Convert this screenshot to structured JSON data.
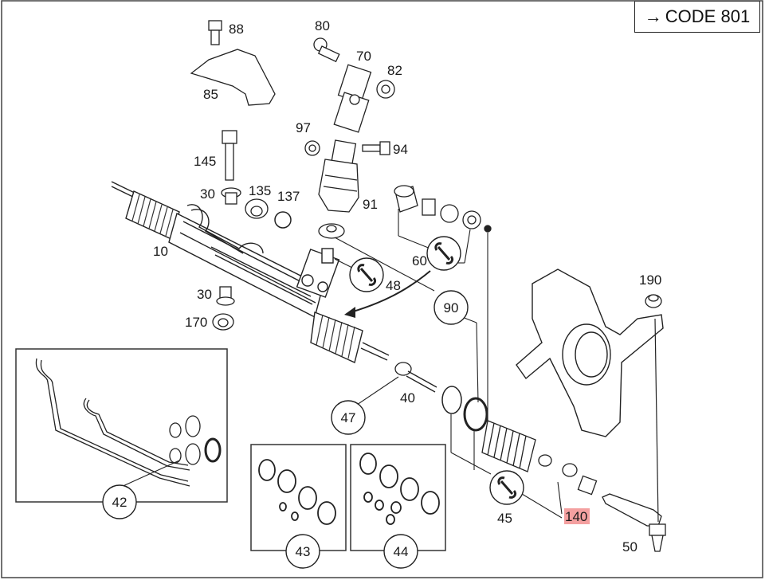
{
  "code_label": "CODE 801",
  "code_arrow": "→",
  "callouts": {
    "p88": "88",
    "p80": "80",
    "p70": "70",
    "p82": "82",
    "p85": "85",
    "p97": "97",
    "p94": "94",
    "p145": "145",
    "p30a": "30",
    "p135": "135",
    "p137": "137",
    "p91": "91",
    "p10": "10",
    "p60": "60",
    "p48": "48",
    "p30b": "30",
    "p90": "90",
    "p170": "170",
    "p190": "190",
    "p40": "40",
    "p47": "47",
    "p42": "42",
    "p43": "43",
    "p44": "44",
    "p45": "45",
    "p140": "140",
    "p50": "50"
  },
  "highlight_color": "#f4a0a0"
}
